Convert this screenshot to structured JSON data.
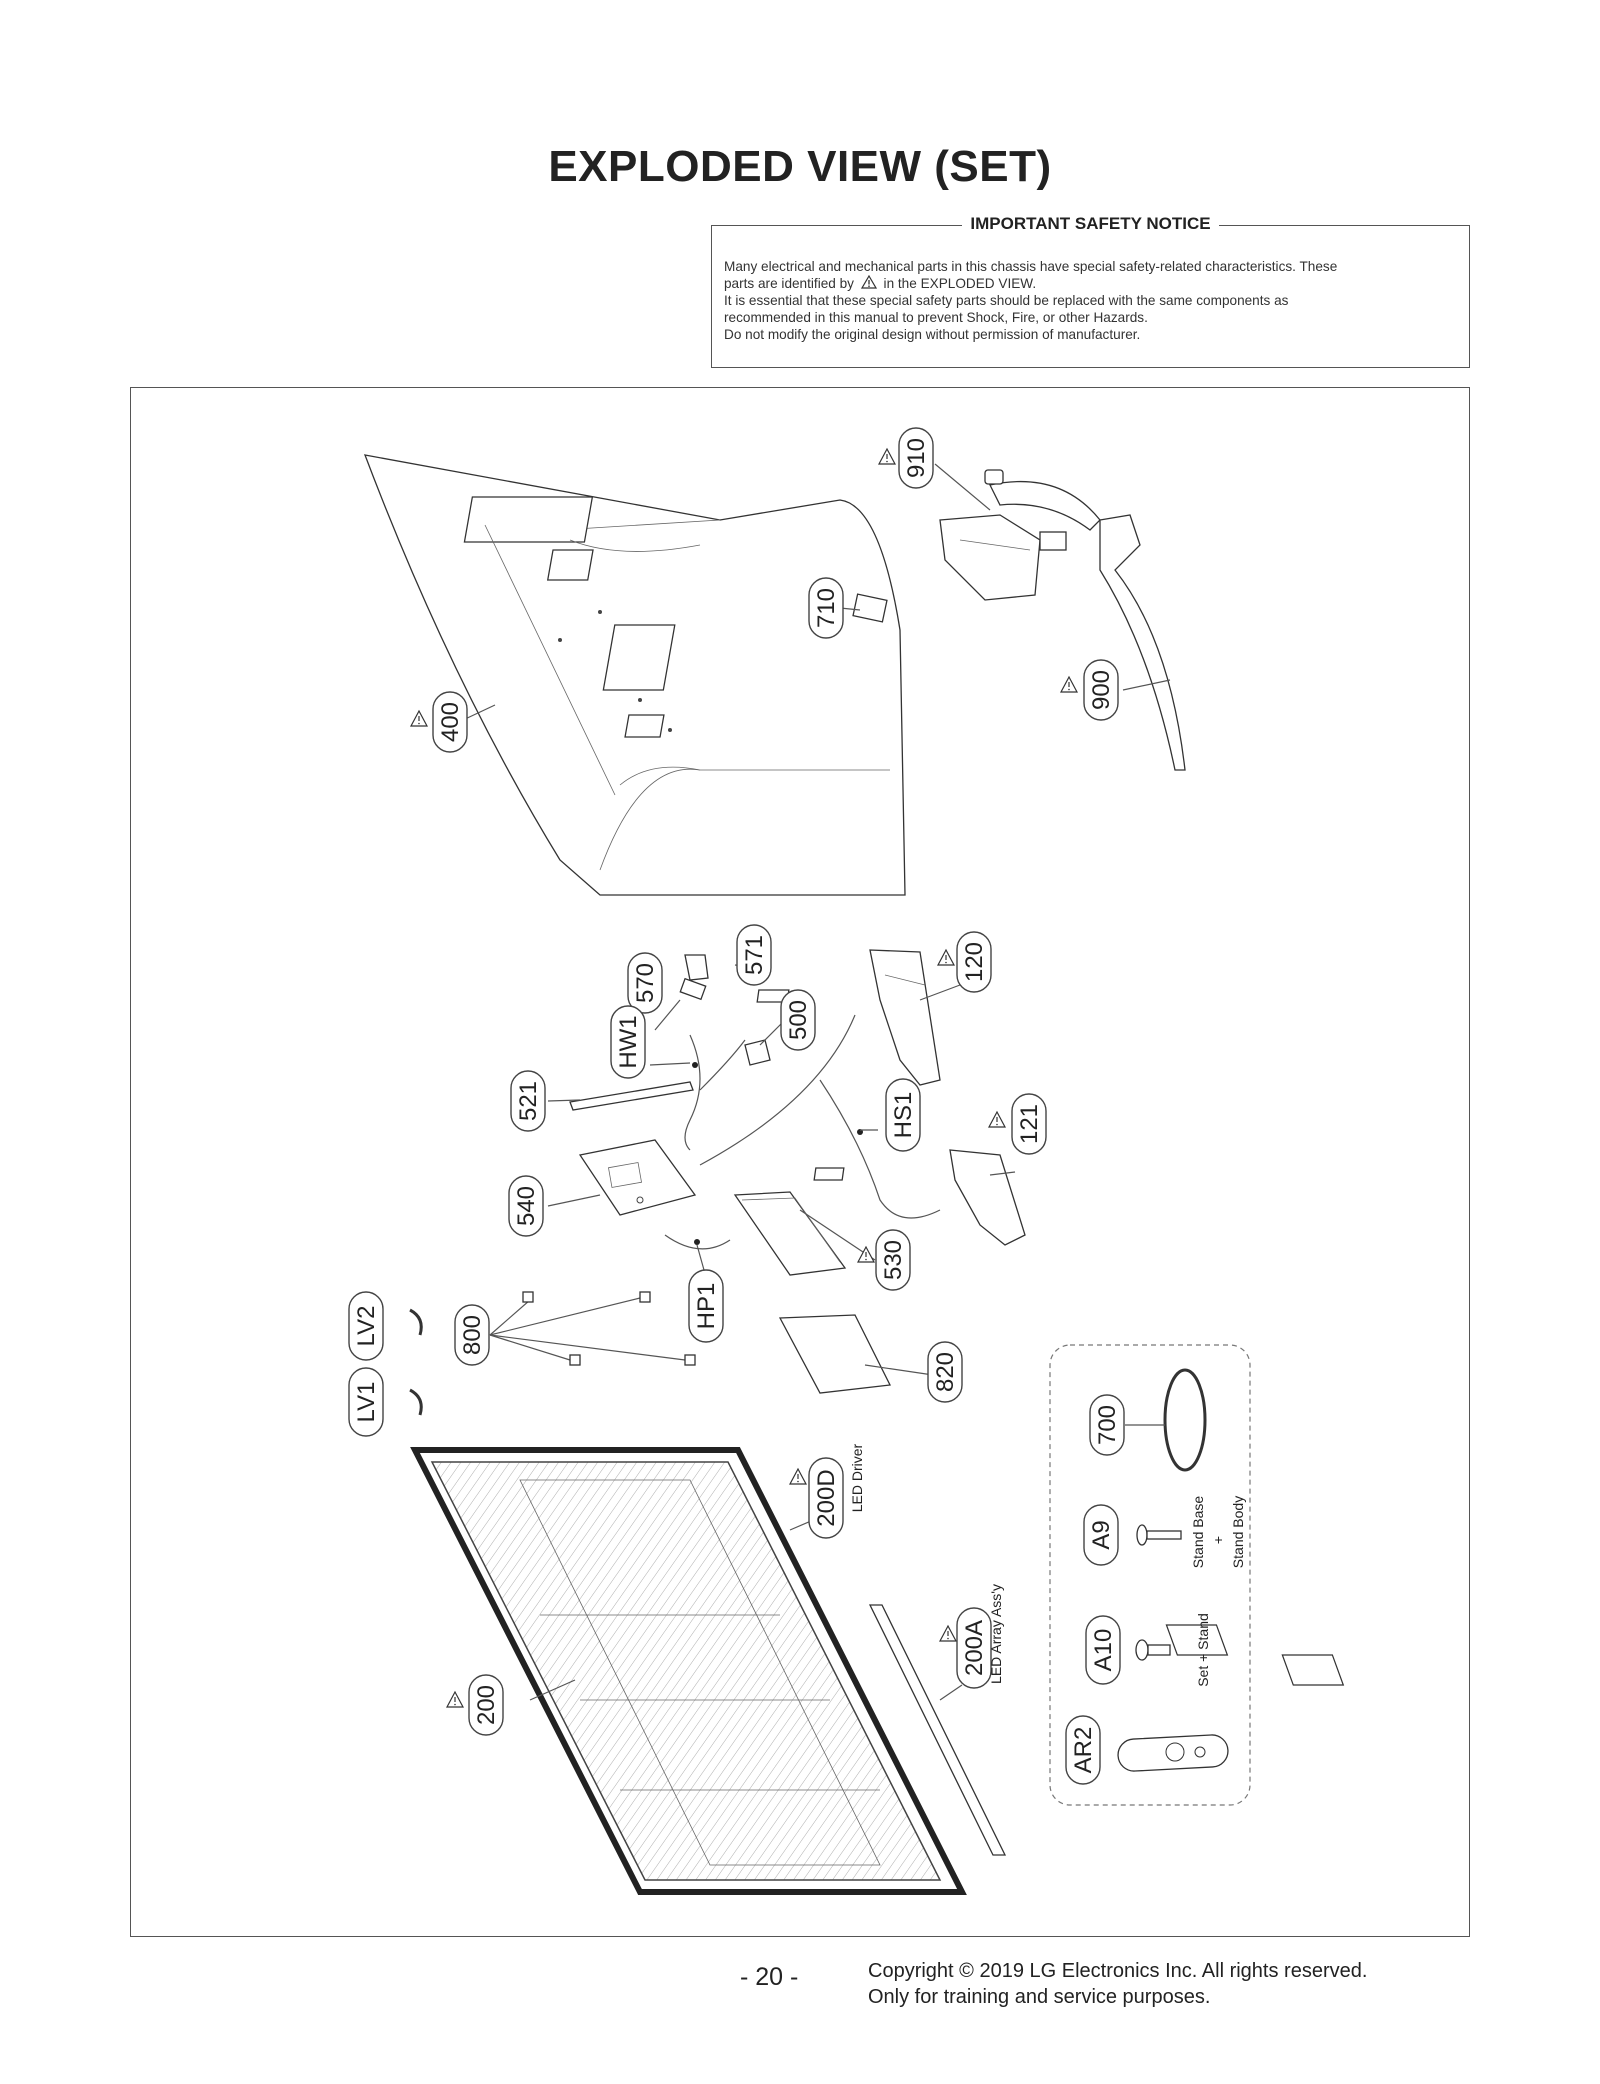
{
  "page": {
    "title": "EXPLODED VIEW (SET)",
    "page_number": "- 20 -",
    "copyright_line1": "Copyright © 2019 LG Electronics Inc. All rights reserved.",
    "copyright_line2": "Only for training and service purposes."
  },
  "notice": {
    "title": "IMPORTANT SAFETY NOTICE",
    "line1": "Many electrical and mechanical parts in this chassis have special safety-related characteristics. These",
    "line2_prefix": "parts are identified by",
    "line2_suffix": "in the EXPLODED VIEW.",
    "line3": "It is essential that these special safety parts should be replaced with the same components as",
    "line4": "recommended in this manual to prevent Shock, Fire, or other Hazards.",
    "line5": "Do not modify the original design without permission of manufacturer."
  },
  "labels": {
    "p910": "910",
    "p710": "710",
    "p900": "900",
    "p400": "400",
    "p571": "571",
    "p570": "570",
    "p120": "120",
    "p500": "500",
    "pHW1": "HW1",
    "p521": "521",
    "pHS1": "HS1",
    "p121": "121",
    "p540": "540",
    "p530": "530",
    "pHP1": "HP1",
    "pLV2": "LV2",
    "p800": "800",
    "p820": "820",
    "pLV1": "LV1",
    "p700": "700",
    "p200D": "200D",
    "p200D_desc": "LED Driver",
    "pA9": "A9",
    "pA9_desc1": "Stand Base",
    "pA9_desc2": "+",
    "pA9_desc3": "Stand Body",
    "p200A": "200A",
    "p200A_desc": "LED Array Ass'y",
    "p200": "200",
    "pA10": "A10",
    "pA10_desc": "Set + Stand",
    "pAR2": "AR2"
  },
  "icons": {
    "safety": "warning-triangle-icon"
  }
}
